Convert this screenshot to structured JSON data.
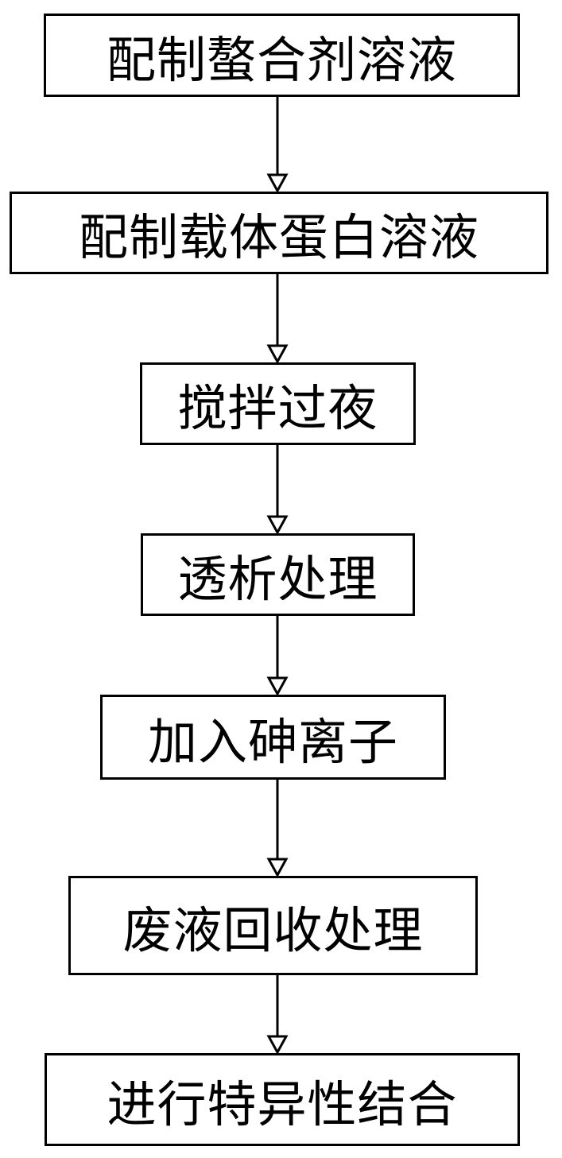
{
  "steps": [
    {
      "label": "配制螯合剂溶液"
    },
    {
      "label": "配制载体蛋白溶液"
    },
    {
      "label": "搅拌过夜"
    },
    {
      "label": "透析处理"
    },
    {
      "label": "加入砷离子"
    },
    {
      "label": "废液回收处理"
    },
    {
      "label": "进行特异性结合"
    }
  ]
}
